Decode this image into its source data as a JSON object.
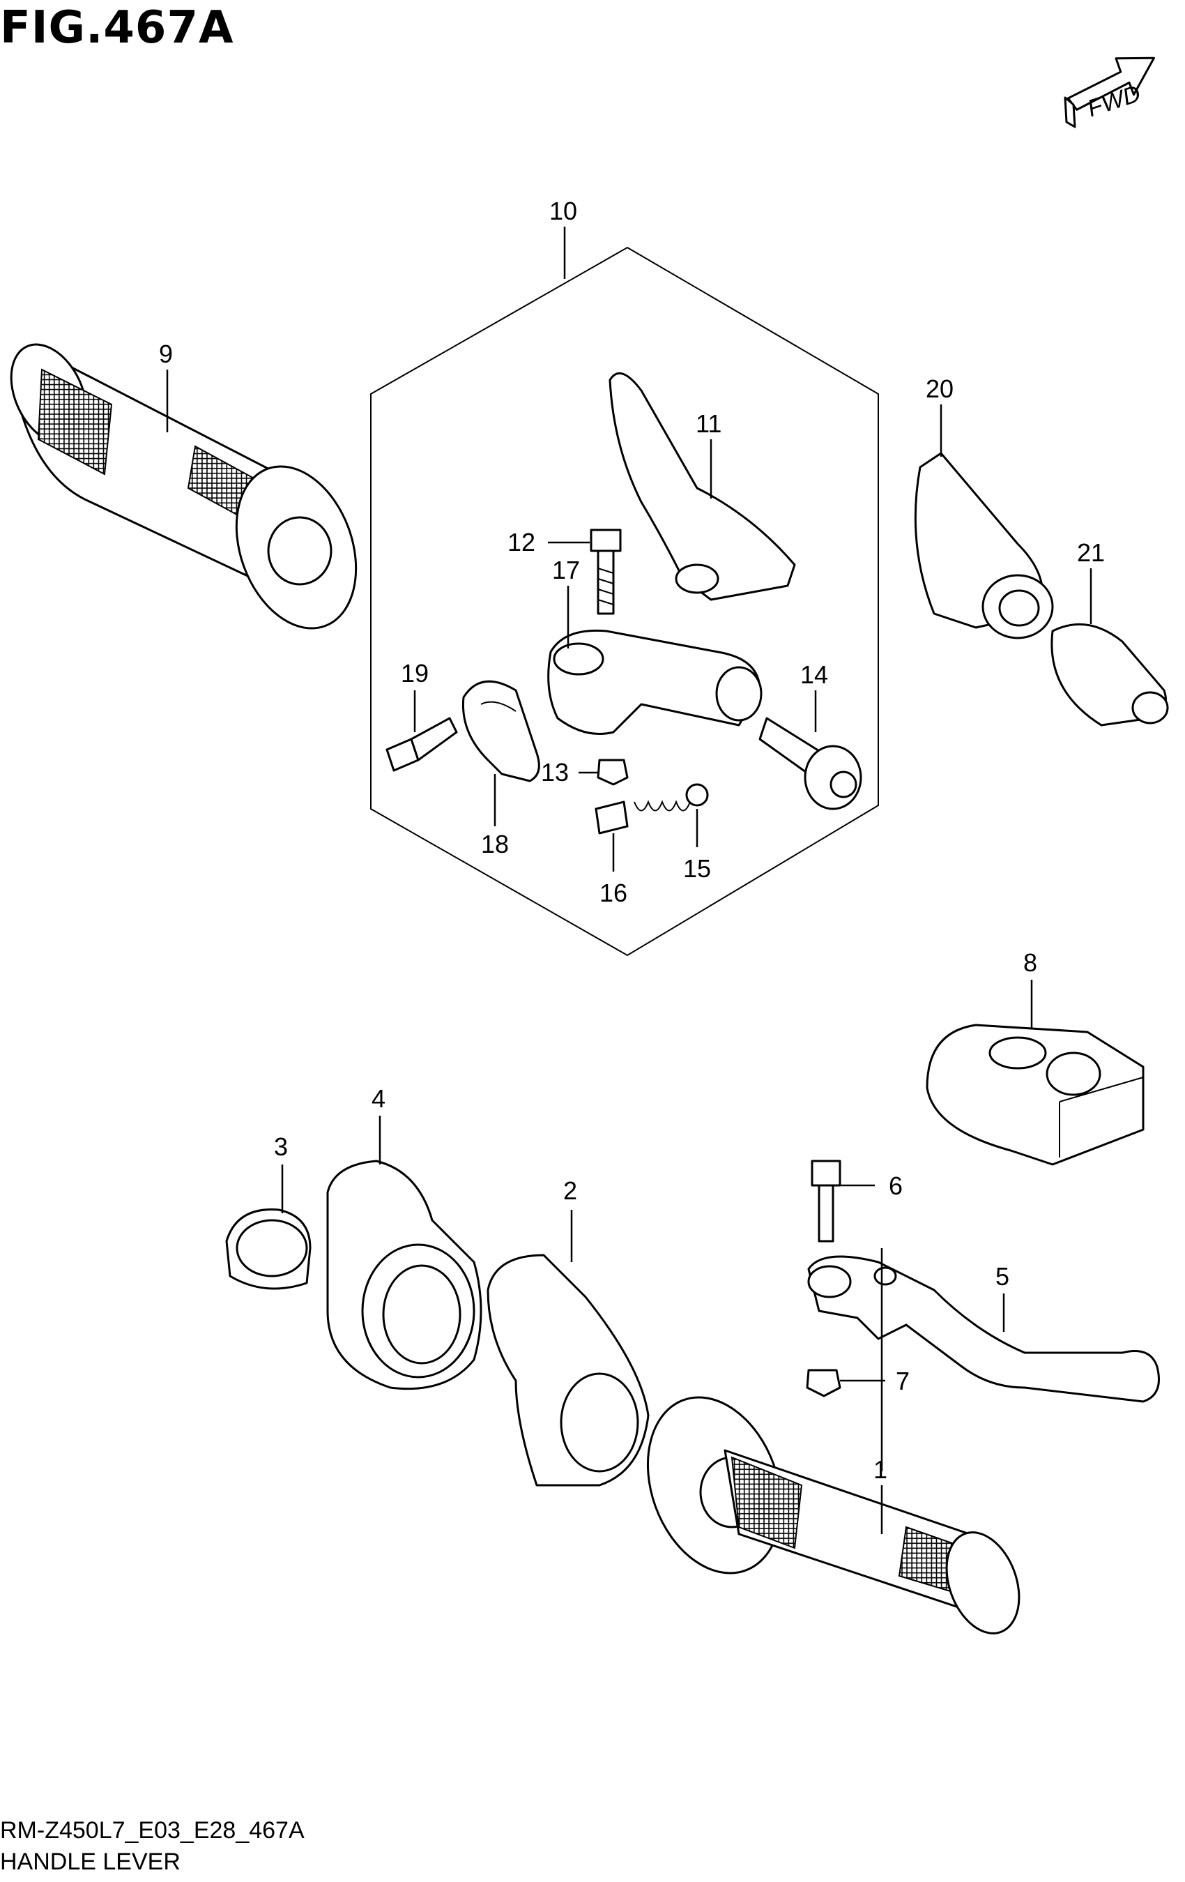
{
  "figure": {
    "title": "FIG.467A",
    "fwd_label": "FWD"
  },
  "callouts": [
    {
      "id": "1",
      "label": "1"
    },
    {
      "id": "2",
      "label": "2"
    },
    {
      "id": "3",
      "label": "3"
    },
    {
      "id": "4",
      "label": "4"
    },
    {
      "id": "5",
      "label": "5"
    },
    {
      "id": "6",
      "label": "6"
    },
    {
      "id": "7",
      "label": "7"
    },
    {
      "id": "8",
      "label": "8"
    },
    {
      "id": "9",
      "label": "9"
    },
    {
      "id": "10",
      "label": "10"
    },
    {
      "id": "11",
      "label": "11"
    },
    {
      "id": "12",
      "label": "12"
    },
    {
      "id": "13",
      "label": "13"
    },
    {
      "id": "14",
      "label": "14"
    },
    {
      "id": "15",
      "label": "15"
    },
    {
      "id": "16",
      "label": "16"
    },
    {
      "id": "17",
      "label": "17"
    },
    {
      "id": "18",
      "label": "18"
    },
    {
      "id": "19",
      "label": "19"
    },
    {
      "id": "20",
      "label": "20"
    },
    {
      "id": "21",
      "label": "21"
    }
  ],
  "footer": {
    "code": "RM-Z450L7_E03_E28_467A",
    "name": "HANDLE LEVER"
  }
}
